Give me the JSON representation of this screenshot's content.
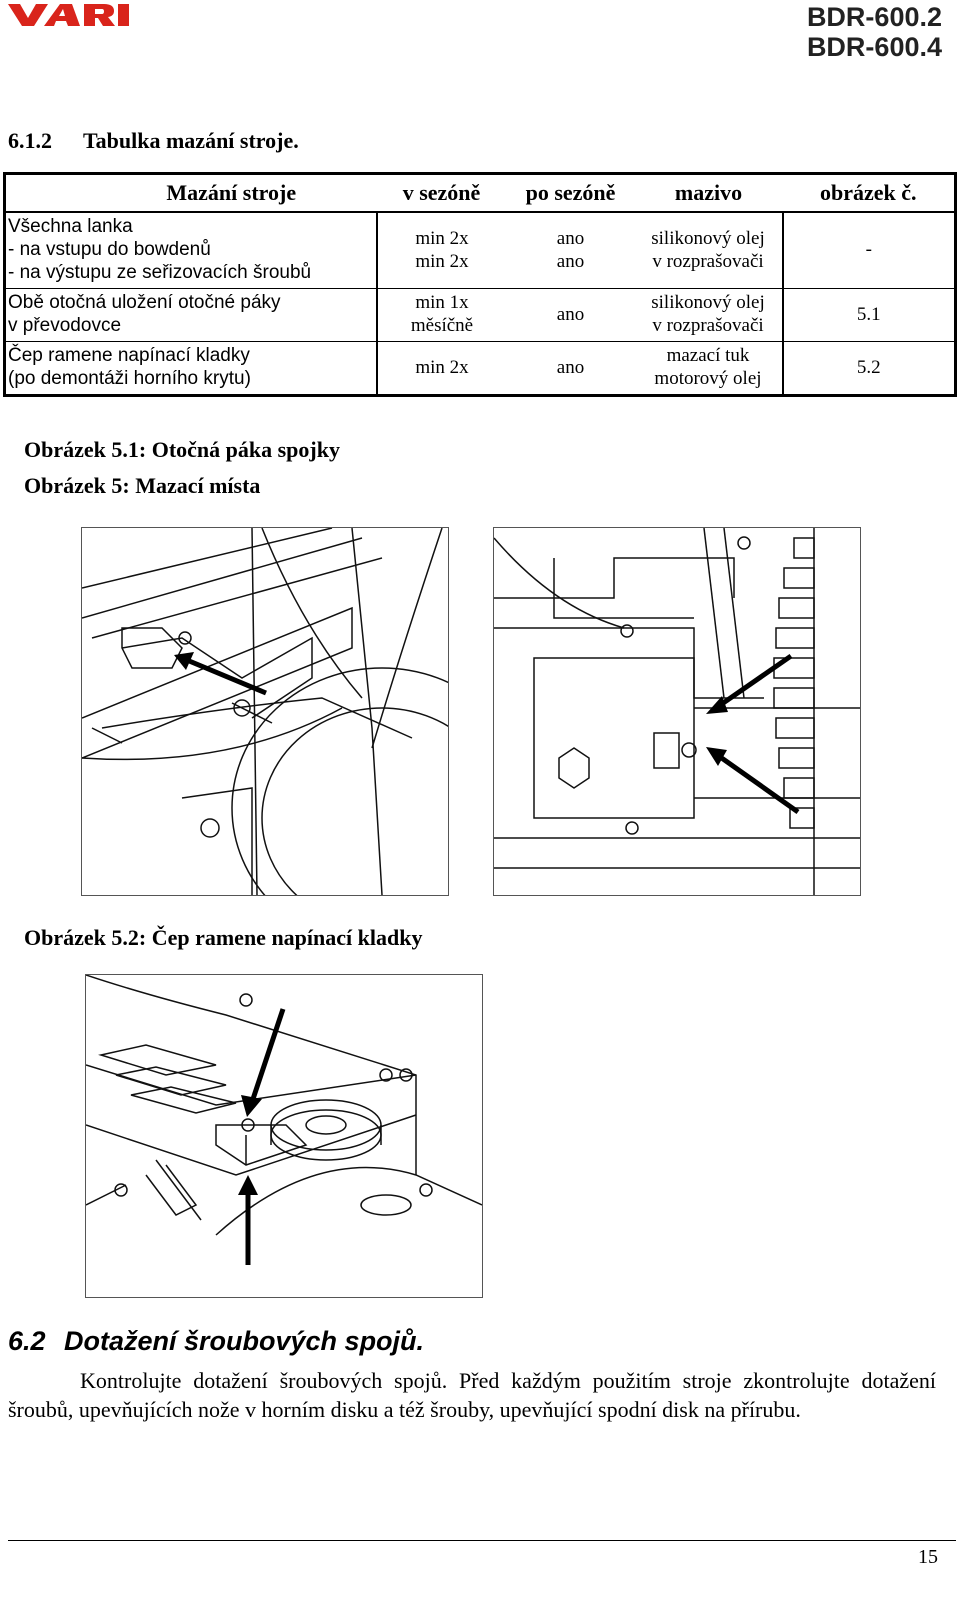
{
  "header": {
    "brand": "VARI",
    "brand_color": "#d9241b",
    "model_lines": [
      "BDR-600.2",
      "BDR-600.4"
    ]
  },
  "section_612": {
    "number": "6.1.2",
    "title": "Tabulka mazání stroje."
  },
  "table": {
    "headers": [
      "Mazání stroje",
      "v sezóně",
      "po sezóně",
      "mazivo",
      "obrázek č."
    ],
    "rows": [
      {
        "part": [
          "Všechna lanka",
          "- na vstupu do bowdenů",
          "- na výstupu ze seřizovacích šroubů"
        ],
        "season": [
          "min 2x",
          "min 2x"
        ],
        "after": [
          "ano",
          "ano"
        ],
        "lubricant": [
          "silikonový olej",
          "v rozprašovači"
        ],
        "figure": "-"
      },
      {
        "part": [
          "Obě otočná uložení otočné páky",
          "v převodovce"
        ],
        "season": [
          "min 1x",
          "měsíčně"
        ],
        "after": [
          "ano"
        ],
        "lubricant": [
          "silikonový olej",
          "v rozprašovači"
        ],
        "figure": "5.1"
      },
      {
        "part": [
          "Čep ramene napínací kladky",
          "(po demontáži horního krytu)"
        ],
        "season": [
          "min 2x"
        ],
        "after": [
          "ano"
        ],
        "lubricant": [
          "mazací tuk",
          "motorový olej"
        ],
        "figure": "5.2"
      }
    ]
  },
  "captions": {
    "fig51": "Obrázek 5.1: Otočná páka spojky",
    "fig5": "Obrázek 5: Mazací místa",
    "fig52": "Obrázek 5.2: Čep ramene napínací kladky"
  },
  "section_62": {
    "number": "6.2",
    "title": "Dotažení šroubových spojů.",
    "paragraph": "Kontrolujte dotažení šroubových spojů. Před každým použitím stroje zkontrolujte dotažení šroubů, upevňujících nože v horním disku a též šrouby, upevňující spodní disk na přírubu."
  },
  "footer": {
    "page_number": "15"
  }
}
